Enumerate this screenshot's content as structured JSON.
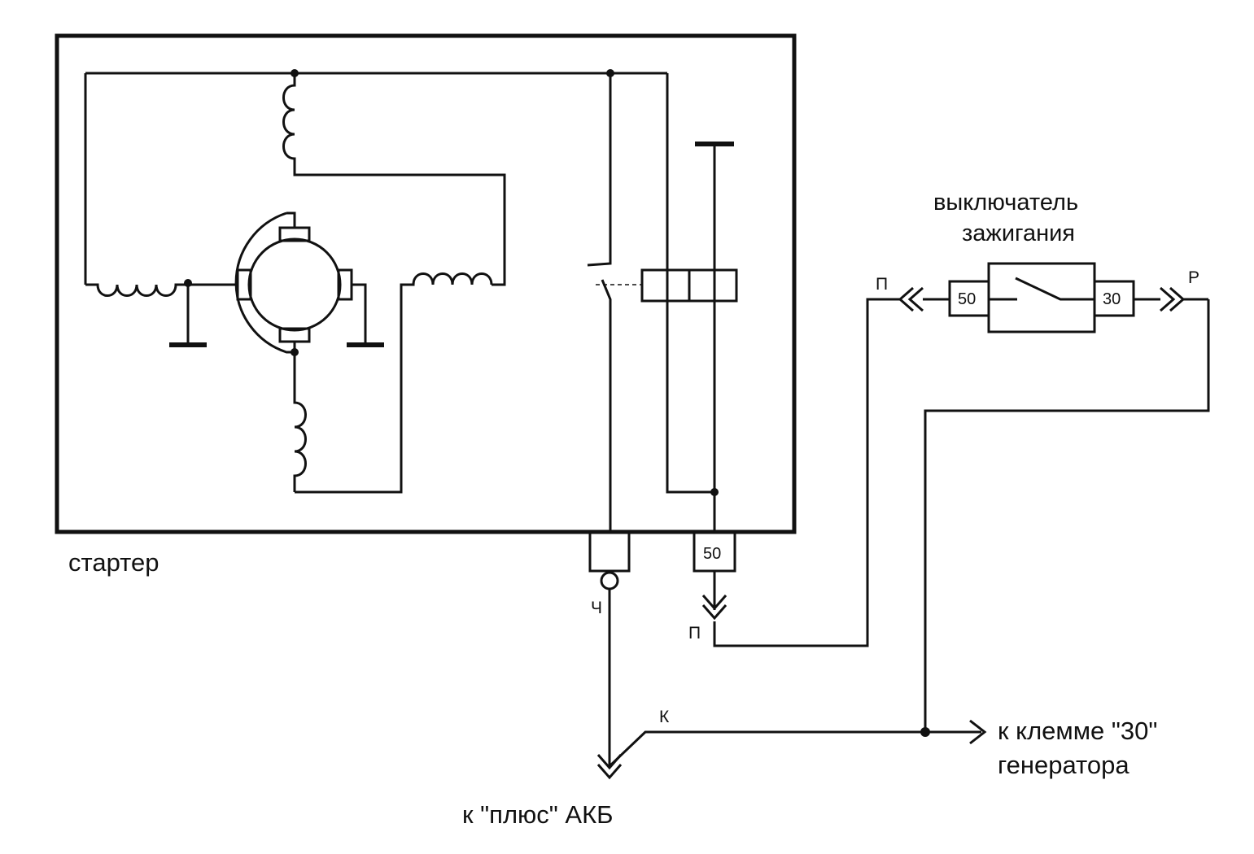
{
  "labels": {
    "starter": "стартер",
    "ignition_switch_line1": "выключатель",
    "ignition_switch_line2": "зажигания",
    "to_battery_plus": "к \"плюс\" АКБ",
    "to_generator_line1": "к клемме \"30\"",
    "to_generator_line2": "генератора"
  },
  "wire_marks": {
    "black": "Ч",
    "brown": "К",
    "orange_starter": "П",
    "orange_switch": "П",
    "pink": "Р"
  },
  "terminals": {
    "starter_50": "50",
    "switch_50": "50",
    "switch_30": "30"
  }
}
